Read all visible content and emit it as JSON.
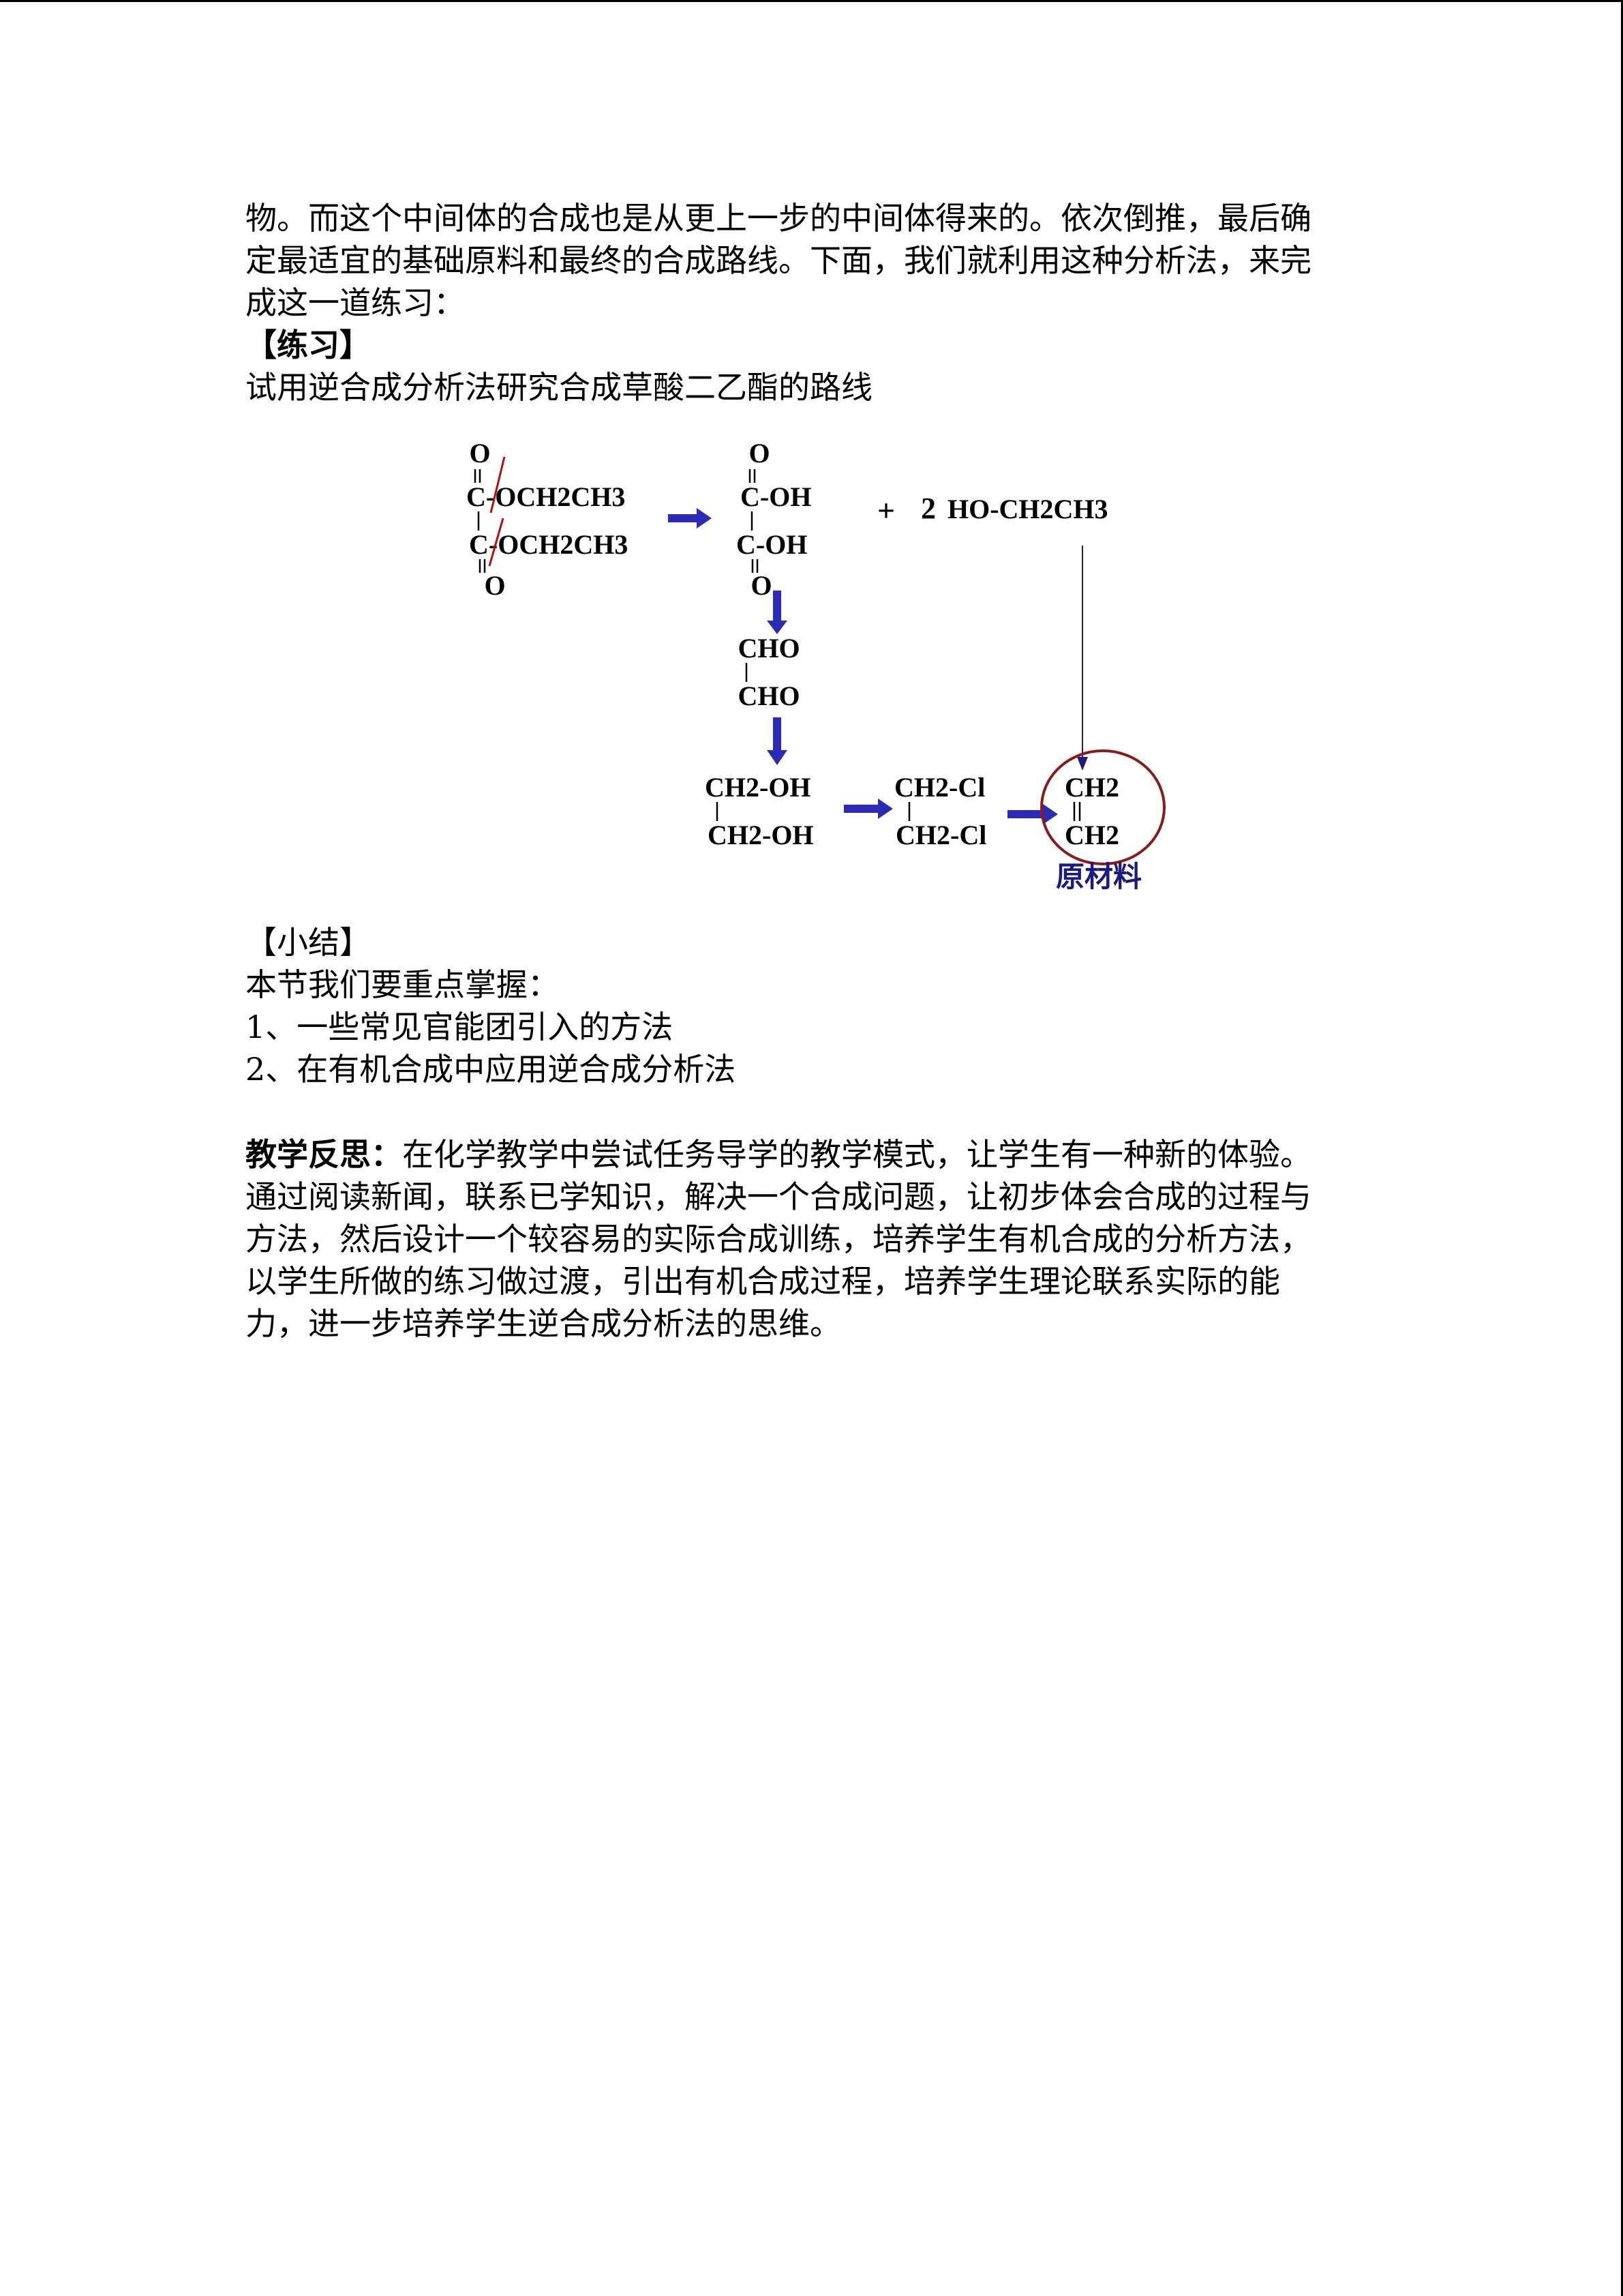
{
  "intro": {
    "lines": [
      "物。而这个中间体的合成也是从更上一步的中间体得来的。依次倒推，最后确",
      "定最适宜的基础原料和最终的合成路线。下面，我们就利用这种分析法，来完",
      "成这一道练习："
    ]
  },
  "exercise": {
    "heading": "【练习】",
    "task": "试用逆合成分析法研究合成草酸二乙酯的路线"
  },
  "diagram": {
    "ester": {
      "o_top": "O",
      "row1": "C-OCH2CH3",
      "row2": "C-OCH2CH3",
      "o_bottom": "O"
    },
    "acid": {
      "o_top": "O",
      "row1": "C-OH",
      "row2": "C-OH",
      "o_bottom": "O"
    },
    "plus_ethanol": {
      "plus": "+",
      "coef": "2",
      "formula": "HO-CH2CH3"
    },
    "glyoxal": {
      "row1": "CHO",
      "row2": "CHO"
    },
    "glycol": {
      "row1": "CH2-OH",
      "row2": "CH2-OH"
    },
    "dichloride": {
      "row1": "CH2-Cl",
      "row2": "CH2-Cl"
    },
    "ethylene": {
      "row1": "CH2",
      "row2": "CH2"
    },
    "raw_label": "原材料",
    "colors": {
      "arrow": "#2b2bb5",
      "circle": "#8b1a1a",
      "cut_line": "#b01010",
      "label": "#1a1a80"
    }
  },
  "summary": {
    "heading": "【小结】",
    "intro": "本节我们要重点掌握：",
    "items": [
      "1、一些常见官能团引入的方法",
      "2、在有机合成中应用逆合成分析法"
    ]
  },
  "reflection": {
    "label": "教学反思：",
    "first": "在化学教学中尝试任务导学的教学模式，让学生有一种新的体验。",
    "lines": [
      "通过阅读新闻，联系已学知识，解决一个合成问题，让初步体会合成的过程与",
      "方法，然后设计一个较容易的实际合成训练，培养学生有机合成的分析方法，",
      "以学生所做的练习做过渡，引出有机合成过程，培养学生理论联系实际的能",
      "力，进一步培养学生逆合成分析法的思维。"
    ]
  }
}
